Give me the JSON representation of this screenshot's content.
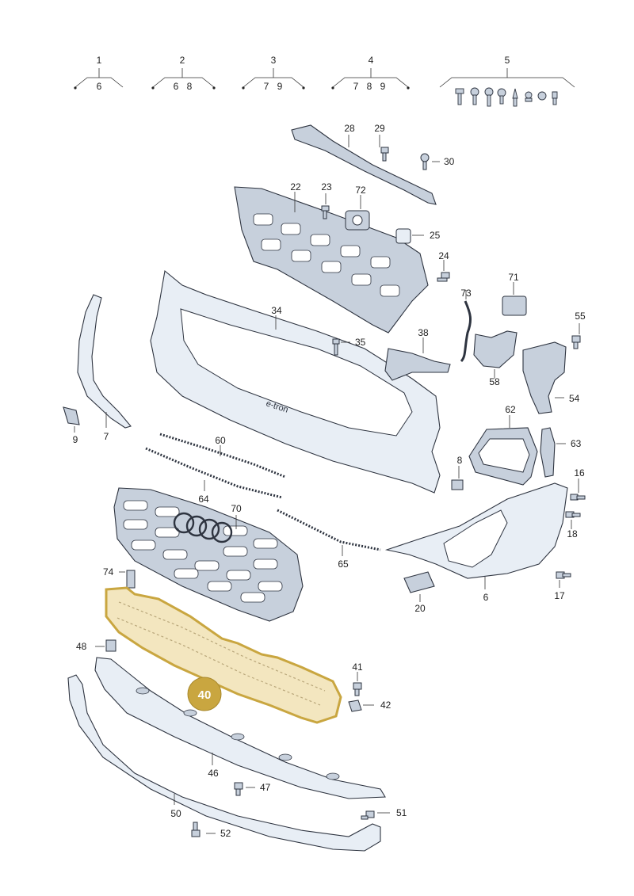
{
  "kits": [
    {
      "id": "1",
      "items": [
        "6"
      ]
    },
    {
      "id": "2",
      "items": [
        "6",
        "8"
      ]
    },
    {
      "id": "3",
      "items": [
        "7",
        "9"
      ]
    },
    {
      "id": "4",
      "items": [
        "7",
        "8",
        "9"
      ]
    },
    {
      "id": "5",
      "items": []
    }
  ],
  "labels": {
    "p6a": "6",
    "p6b": "6",
    "p7": "7",
    "p8": "8",
    "p9": "9",
    "p16": "16",
    "p17": "17",
    "p18": "18",
    "p20": "20",
    "p22": "22",
    "p23": "23",
    "p24": "24",
    "p25": "25",
    "p28": "28",
    "p29": "29",
    "p30": "30",
    "p34": "34",
    "p35": "35",
    "p38": "38",
    "p41": "41",
    "p42": "42",
    "p46": "46",
    "p47": "47",
    "p48": "48",
    "p50": "50",
    "p51": "51",
    "p52": "52",
    "p54": "54",
    "p55": "55",
    "p58": "58",
    "p60": "60",
    "p62": "62",
    "p63": "63",
    "p64": "64",
    "p65": "65",
    "p70": "70",
    "p71": "71",
    "p72": "72",
    "p73": "73",
    "p74": "74"
  },
  "highlight": {
    "label": "40",
    "color": "#c9a640"
  }
}
